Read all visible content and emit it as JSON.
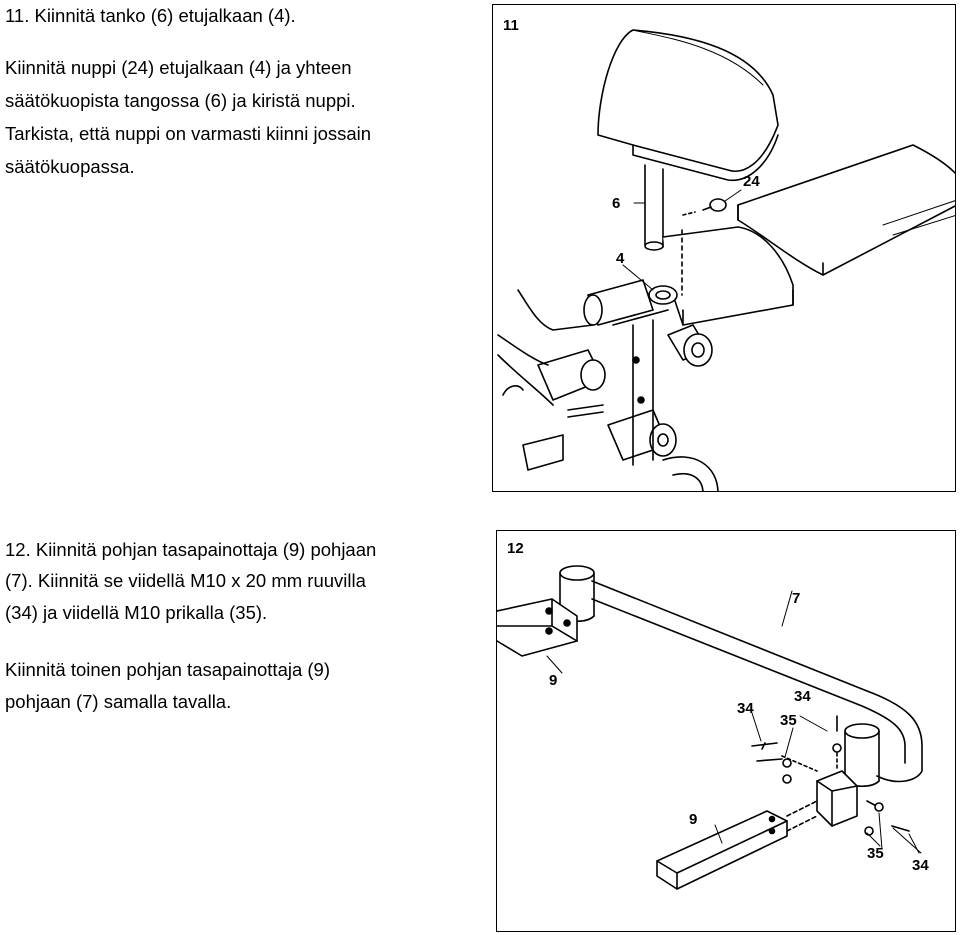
{
  "step11": {
    "heading": "11. Kiinnitä tanko (6) etujalkaan (4).",
    "lines": [
      "Kiinnitä nuppi (24) etujalkaan (4) ja yhteen",
      "säätökuopista tangossa (6) ja kiristä nuppi.",
      "Tarkista, että nuppi on varmasti kiinni jossain",
      "säätökuopassa."
    ],
    "figure": {
      "number": "11",
      "callouts": {
        "c24": "24",
        "c6": "6",
        "c4": "4"
      }
    }
  },
  "step12": {
    "lines": [
      "12. Kiinnitä pohjan tasapainottaja (9) pohjaan",
      "(7). Kiinnitä se viidellä M10 x 20 mm ruuvilla",
      "(34) ja viidellä M10 prikalla (35)."
    ],
    "lines2": [
      "Kiinnitä  toinen pohjan tasapainottaja (9)",
      "pohjaan (7) samalla tavalla."
    ],
    "figure": {
      "number": "12",
      "callouts": {
        "c7": "7",
        "c9a": "9",
        "c34a": "34",
        "c34b": "34",
        "c35a": "35",
        "c9b": "9",
        "c35b": "35",
        "c34c": "34"
      }
    }
  }
}
